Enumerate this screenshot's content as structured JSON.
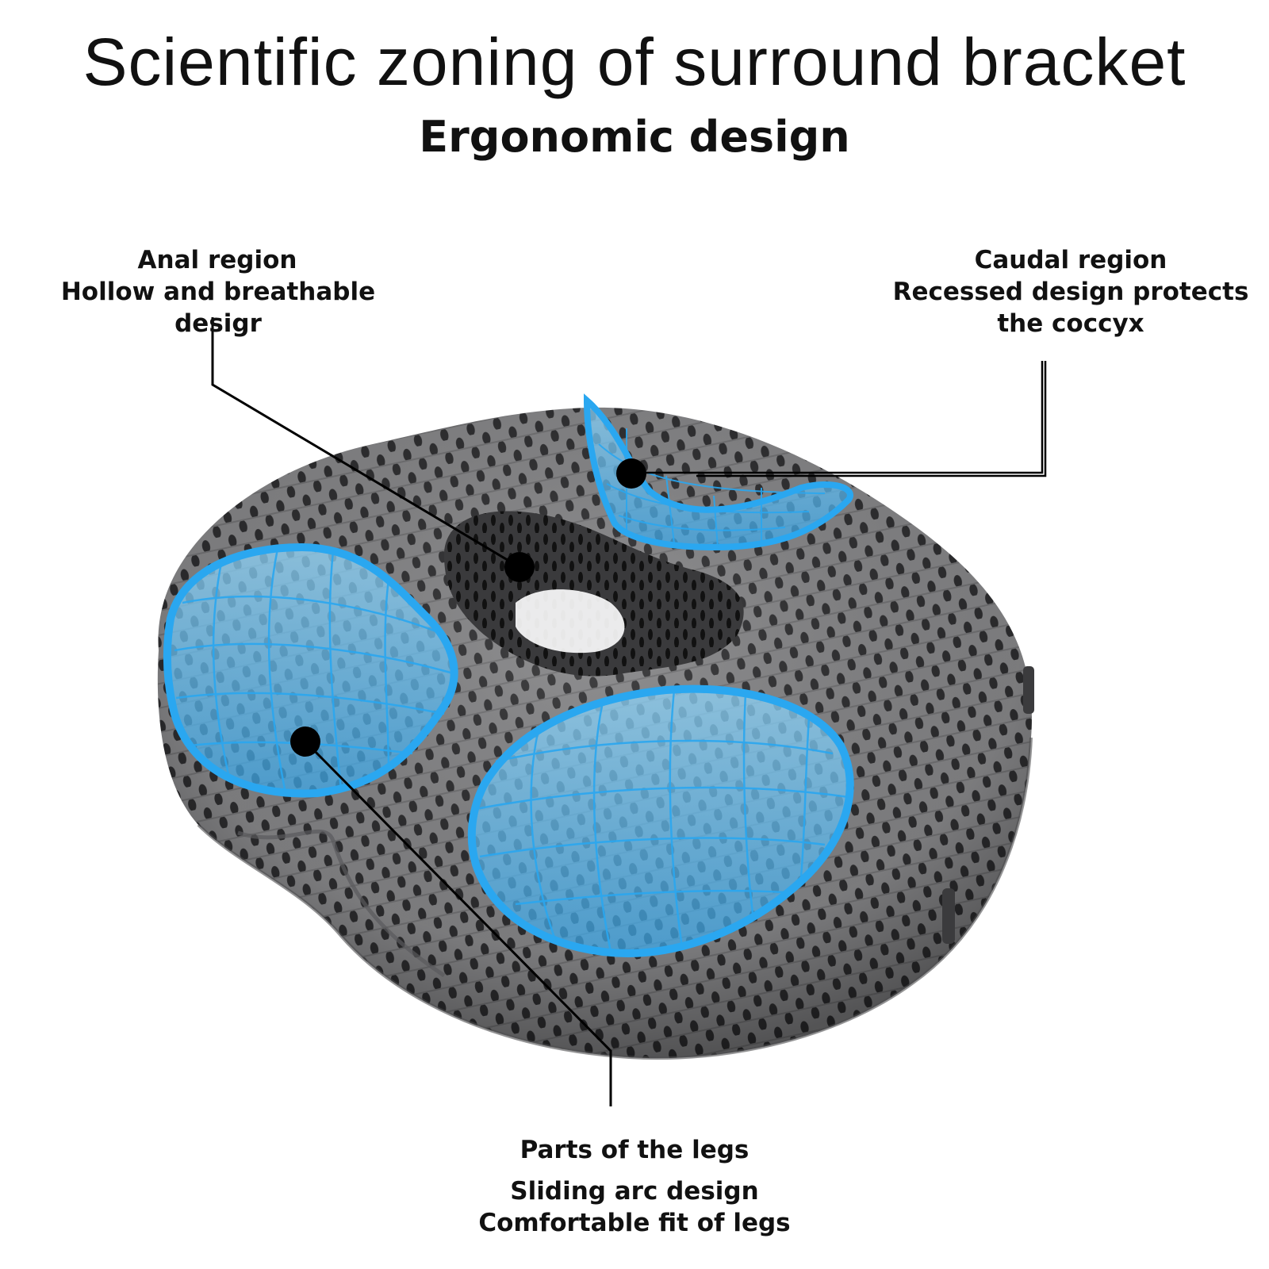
{
  "header": {
    "title": "Scientific zoning of surround bracket",
    "subtitle": "Ergonomic design"
  },
  "callouts": {
    "anal": {
      "title": "Anal region",
      "lines": [
        "Hollow and breathable desigr"
      ]
    },
    "caudal": {
      "title": "Caudal region",
      "lines": [
        "Recessed design protects",
        "the coccyx"
      ]
    },
    "legs": {
      "title": "Parts of the legs",
      "lines": [
        "Sliding arc design",
        "Comfortable fit of legs"
      ]
    }
  },
  "colors": {
    "cushion": "#7d7d7f",
    "cushion_dark": "#5b5b5d",
    "hole": "#1e1e20",
    "zone_blue": "#2aa7f0",
    "zone_fill": "#6fc4f2",
    "leader": "#000000"
  }
}
